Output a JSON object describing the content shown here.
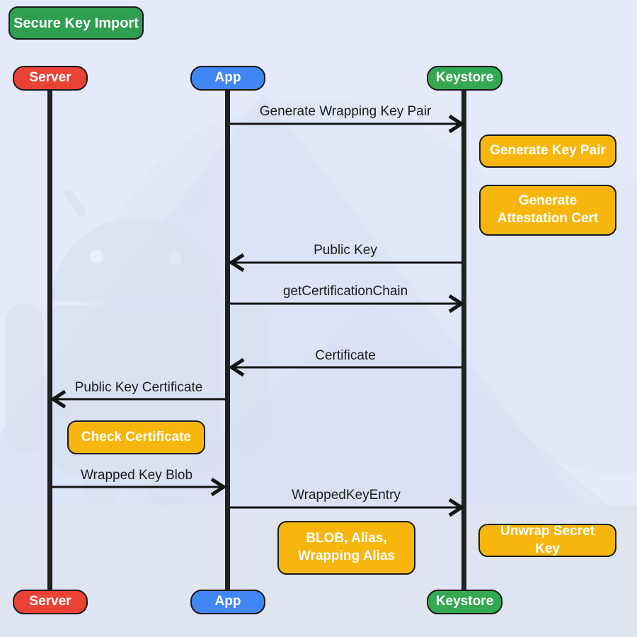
{
  "title": {
    "label": "Secure Key Import"
  },
  "actors": {
    "server": {
      "label": "Server",
      "color": "#EA4335"
    },
    "app": {
      "label": "App",
      "color": "#4285F4"
    },
    "keystore": {
      "label": "Keystore",
      "color": "#34A853"
    }
  },
  "messages": [
    {
      "label": "Generate Wrapping Key Pair",
      "from": "app",
      "to": "keystore",
      "direction": "right"
    },
    {
      "label": "Public Key",
      "from": "keystore",
      "to": "app",
      "direction": "left"
    },
    {
      "label": "getCertificationChain",
      "from": "app",
      "to": "keystore",
      "direction": "right"
    },
    {
      "label": "Certificate",
      "from": "keystore",
      "to": "app",
      "direction": "left"
    },
    {
      "label": "Public Key Certificate",
      "from": "app",
      "to": "server",
      "direction": "left"
    },
    {
      "label": "Wrapped Key Blob",
      "from": "server",
      "to": "app",
      "direction": "right"
    },
    {
      "label": "WrappedKeyEntry",
      "from": "app",
      "to": "keystore",
      "direction": "right"
    }
  ],
  "notes": [
    {
      "label": "Generate Key Pair",
      "near": "keystore"
    },
    {
      "label": "Generate Attestation Cert",
      "near": "keystore"
    },
    {
      "label": "Check Certificate",
      "near": "server"
    },
    {
      "label": "BLOB, Alias, Wrapping Alias",
      "near": "app"
    },
    {
      "label": "Unwrap Secret Key",
      "near": "keystore"
    }
  ],
  "colors": {
    "background": "#E4EAFB",
    "server_red": "#EA4335",
    "app_blue": "#4285F4",
    "keystore_green": "#34A853",
    "title_green": "#2F9E51",
    "note_yellow": "#F6B60E",
    "line_black": "#1D1D1D",
    "box_border": "#1A1A1A",
    "box_text": "#FFFFFF",
    "watermark": "#DCE3F3"
  }
}
